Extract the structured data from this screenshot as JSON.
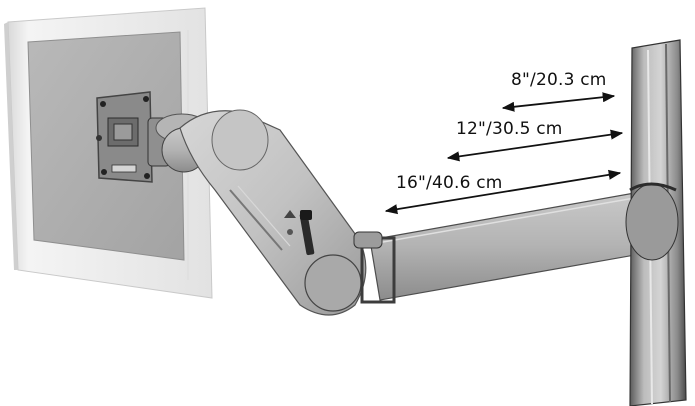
{
  "dimensions": [
    {
      "label": "8\"/20.3 cm"
    },
    {
      "label": "12\"/30.5 cm"
    },
    {
      "label": "16\"/40.6 cm"
    }
  ]
}
